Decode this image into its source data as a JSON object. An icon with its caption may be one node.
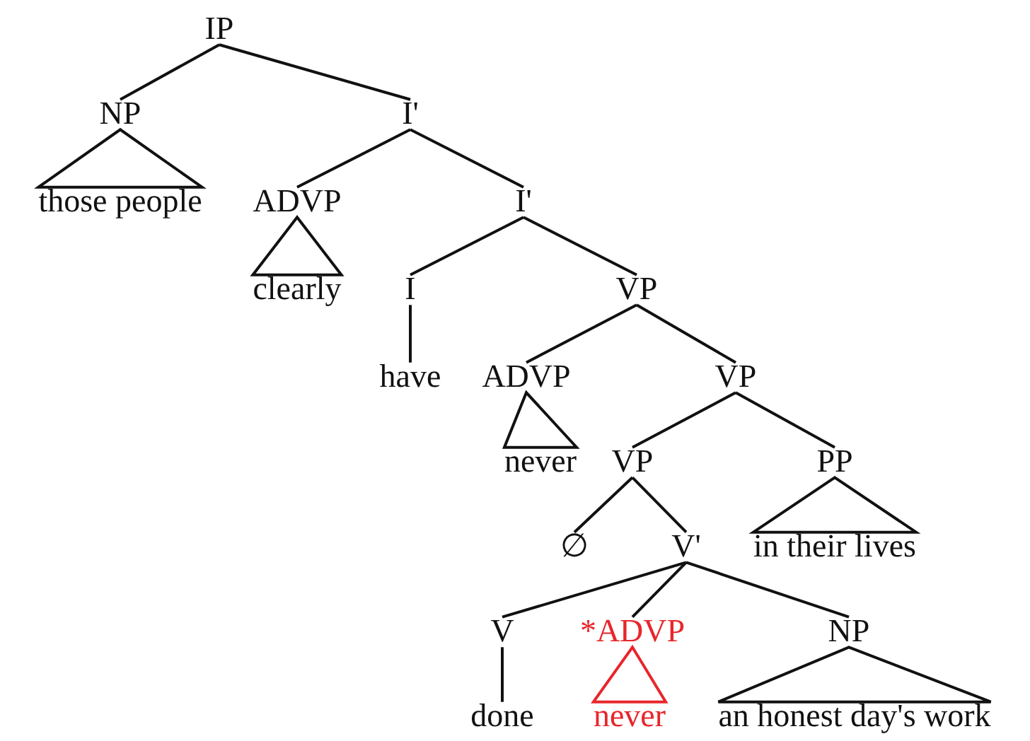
{
  "diagram": {
    "nodes": [
      {
        "text": [
          "IP"
        ]
      },
      {
        "text": [
          "NP"
        ]
      },
      {
        "text": [
          "I'"
        ]
      },
      {
        "text": [
          "those people"
        ]
      },
      {
        "text": [
          "ADVP"
        ]
      },
      {
        "text": [
          "I'"
        ]
      },
      {
        "text": [
          "clearly"
        ]
      },
      {
        "text": [
          "I"
        ]
      },
      {
        "text": [
          "VP"
        ]
      },
      {
        "text": [
          "have"
        ]
      },
      {
        "text": [
          "ADVP"
        ]
      },
      {
        "text": [
          "VP"
        ]
      },
      {
        "text": [
          "never"
        ]
      },
      {
        "text": [
          "VP"
        ]
      },
      {
        "text": [
          "PP"
        ]
      },
      {
        "text": [
          "∅"
        ]
      },
      {
        "text": [
          "V'"
        ]
      },
      {
        "text": [
          "in their lives"
        ]
      },
      {
        "text": [
          "V"
        ]
      },
      {
        "text": [
          "*ADVP"
        ]
      },
      {
        "text": [
          "NP"
        ]
      },
      {
        "text": [
          "done"
        ]
      },
      {
        "text": [
          "never"
        ]
      },
      {
        "text": [
          "an honest day's work"
        ]
      }
    ],
    "edges": [
      {
        "from": 0,
        "to": 1,
        "arrow": "none"
      },
      {
        "from": 0,
        "to": 2,
        "arrow": "none"
      },
      {
        "from": 1,
        "to": 3,
        "arrow": "none"
      },
      {
        "from": 2,
        "to": 4,
        "arrow": "none"
      },
      {
        "from": 2,
        "to": 5,
        "arrow": "none"
      },
      {
        "from": 4,
        "to": 6,
        "arrow": "none"
      },
      {
        "from": 5,
        "to": 7,
        "arrow": "none"
      },
      {
        "from": 5,
        "to": 8,
        "arrow": "none"
      },
      {
        "from": 7,
        "to": 9,
        "arrow": "none"
      },
      {
        "from": 8,
        "to": 10,
        "arrow": "none"
      },
      {
        "from": 8,
        "to": 11,
        "arrow": "none"
      },
      {
        "from": 10,
        "to": 12,
        "arrow": "none"
      },
      {
        "from": 11,
        "to": 13,
        "arrow": "none"
      },
      {
        "from": 11,
        "to": 14,
        "arrow": "none"
      },
      {
        "from": 13,
        "to": 15,
        "arrow": "none"
      },
      {
        "from": 13,
        "to": 16,
        "arrow": "none"
      },
      {
        "from": 14,
        "to": 17,
        "arrow": "none"
      },
      {
        "from": 16,
        "to": 18,
        "arrow": "none"
      },
      {
        "from": 16,
        "to": 19,
        "arrow": "none"
      },
      {
        "from": 16,
        "to": 20,
        "arrow": "none"
      },
      {
        "from": 18,
        "to": 21,
        "arrow": "none"
      },
      {
        "from": 19,
        "to": 22,
        "arrow": "none",
        "color": "#e8262b"
      },
      {
        "from": 20,
        "to": 23,
        "arrow": "none"
      }
    ]
  }
}
